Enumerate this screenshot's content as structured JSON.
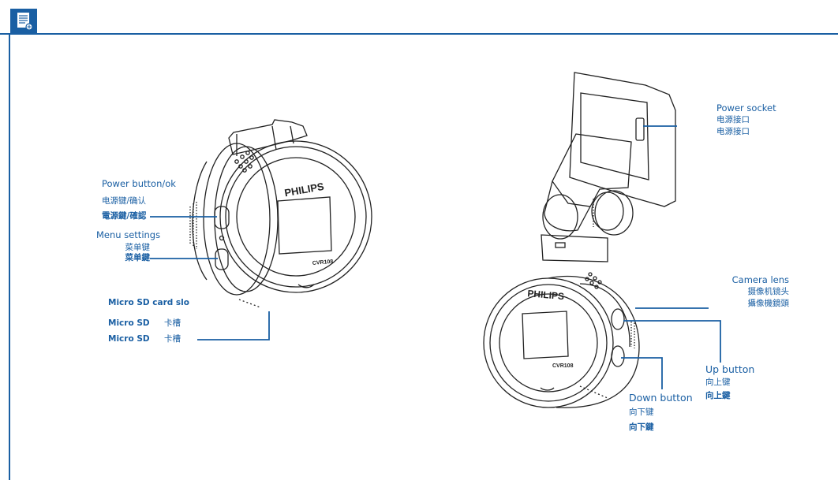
{
  "header": {
    "icon": "document-icon"
  },
  "brand": "PHILIPS",
  "model": "CVR108",
  "labels": {
    "power_button_en": "Power button/ok",
    "power_button_sc": "电源键/确认",
    "power_button_tc": "電源鍵/確認",
    "menu_settings_en": "Menu settings",
    "menu_settings_sc": "菜单键",
    "menu_settings_tc": "菜单鍵",
    "micro_sd_en": "Micro SD card slo",
    "micro_sd_sc_a": "Micro SD",
    "micro_sd_sc_b": "卡槽",
    "micro_sd_tc_a": "Micro SD",
    "micro_sd_tc_b": "卡槽",
    "power_socket_en": "Power socket",
    "power_socket_sc": "电源接口",
    "power_socket_tc": "电源接口",
    "camera_lens_en": "Camera lens",
    "camera_lens_sc": "摄像机镜头",
    "camera_lens_tc": "攝像機鏡頭",
    "up_button_en": "Up button",
    "up_button_sc": "向上键",
    "up_button_tc": "向上鍵",
    "down_button_en": "Down button",
    "down_button_sc": "向下键",
    "down_button_tc": "向下鍵"
  },
  "colors": {
    "accent": "#1a5fa3",
    "line_art": "#222222"
  }
}
